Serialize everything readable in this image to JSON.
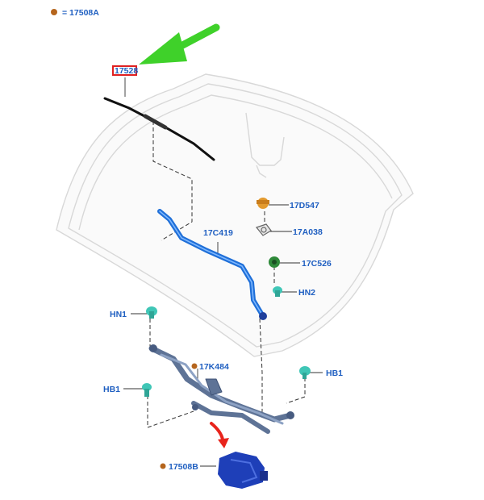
{
  "legend": {
    "marker_color": "#b5651d",
    "text": "= 17508A"
  },
  "highlighted_part": "17528",
  "parts": {
    "p17D547": "17D547",
    "p17A038": "17A038",
    "p17C419": "17C419",
    "p17C526": "17C526",
    "pHN2": "HN2",
    "pHN1": "HN1",
    "p17K484": "17K484",
    "pHB1_right": "HB1",
    "pHB1_left": "HB1",
    "p17508B": "17508B"
  },
  "colors": {
    "label_blue": "#1f5fc1",
    "dot_orange": "#b5651d",
    "highlight_red": "#e02020",
    "arrow_green": "#3fd12a",
    "arrow_red": "#e8241c",
    "wiper_blue": "#1f6fd8",
    "motor_blue": "#1e3fb8",
    "clip_teal": "#3fc6b6",
    "nut_green": "#2f8a3a",
    "clip_orange": "#e39a2e",
    "linkage_gray": "#5e7396",
    "glass_line": "#d6d6d6"
  }
}
